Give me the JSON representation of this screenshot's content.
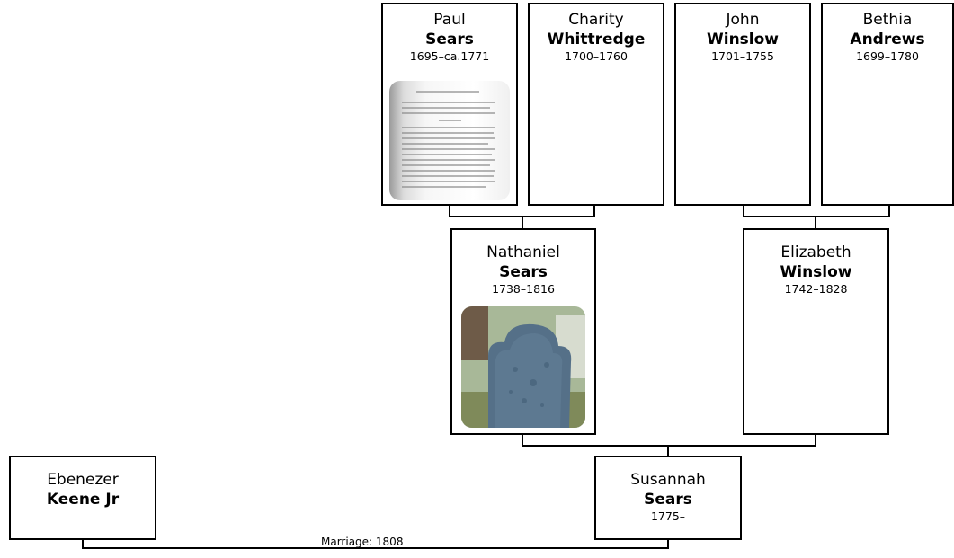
{
  "people": {
    "paul": {
      "given": "Paul",
      "surname": "Sears",
      "dates": "1695–ca.1771"
    },
    "charity": {
      "given": "Charity",
      "surname": "Whittredge",
      "dates": "1700–1760"
    },
    "john": {
      "given": "John",
      "surname": "Winslow",
      "dates": "1701–1755"
    },
    "bethia": {
      "given": "Bethia",
      "surname": "Andrews",
      "dates": "1699–1780"
    },
    "nathaniel": {
      "given": "Nathaniel",
      "surname": "Sears",
      "dates": "1738–1816"
    },
    "elizabeth": {
      "given": "Elizabeth",
      "surname": "Winslow",
      "dates": "1742–1828"
    },
    "ebenezer": {
      "given": "Ebenezer",
      "surname": "Keene Jr",
      "dates": ""
    },
    "susannah": {
      "given": "Susannah",
      "surname": "Sears",
      "dates": "1775–"
    }
  },
  "marriage": {
    "label": "Marriage: 1808"
  }
}
